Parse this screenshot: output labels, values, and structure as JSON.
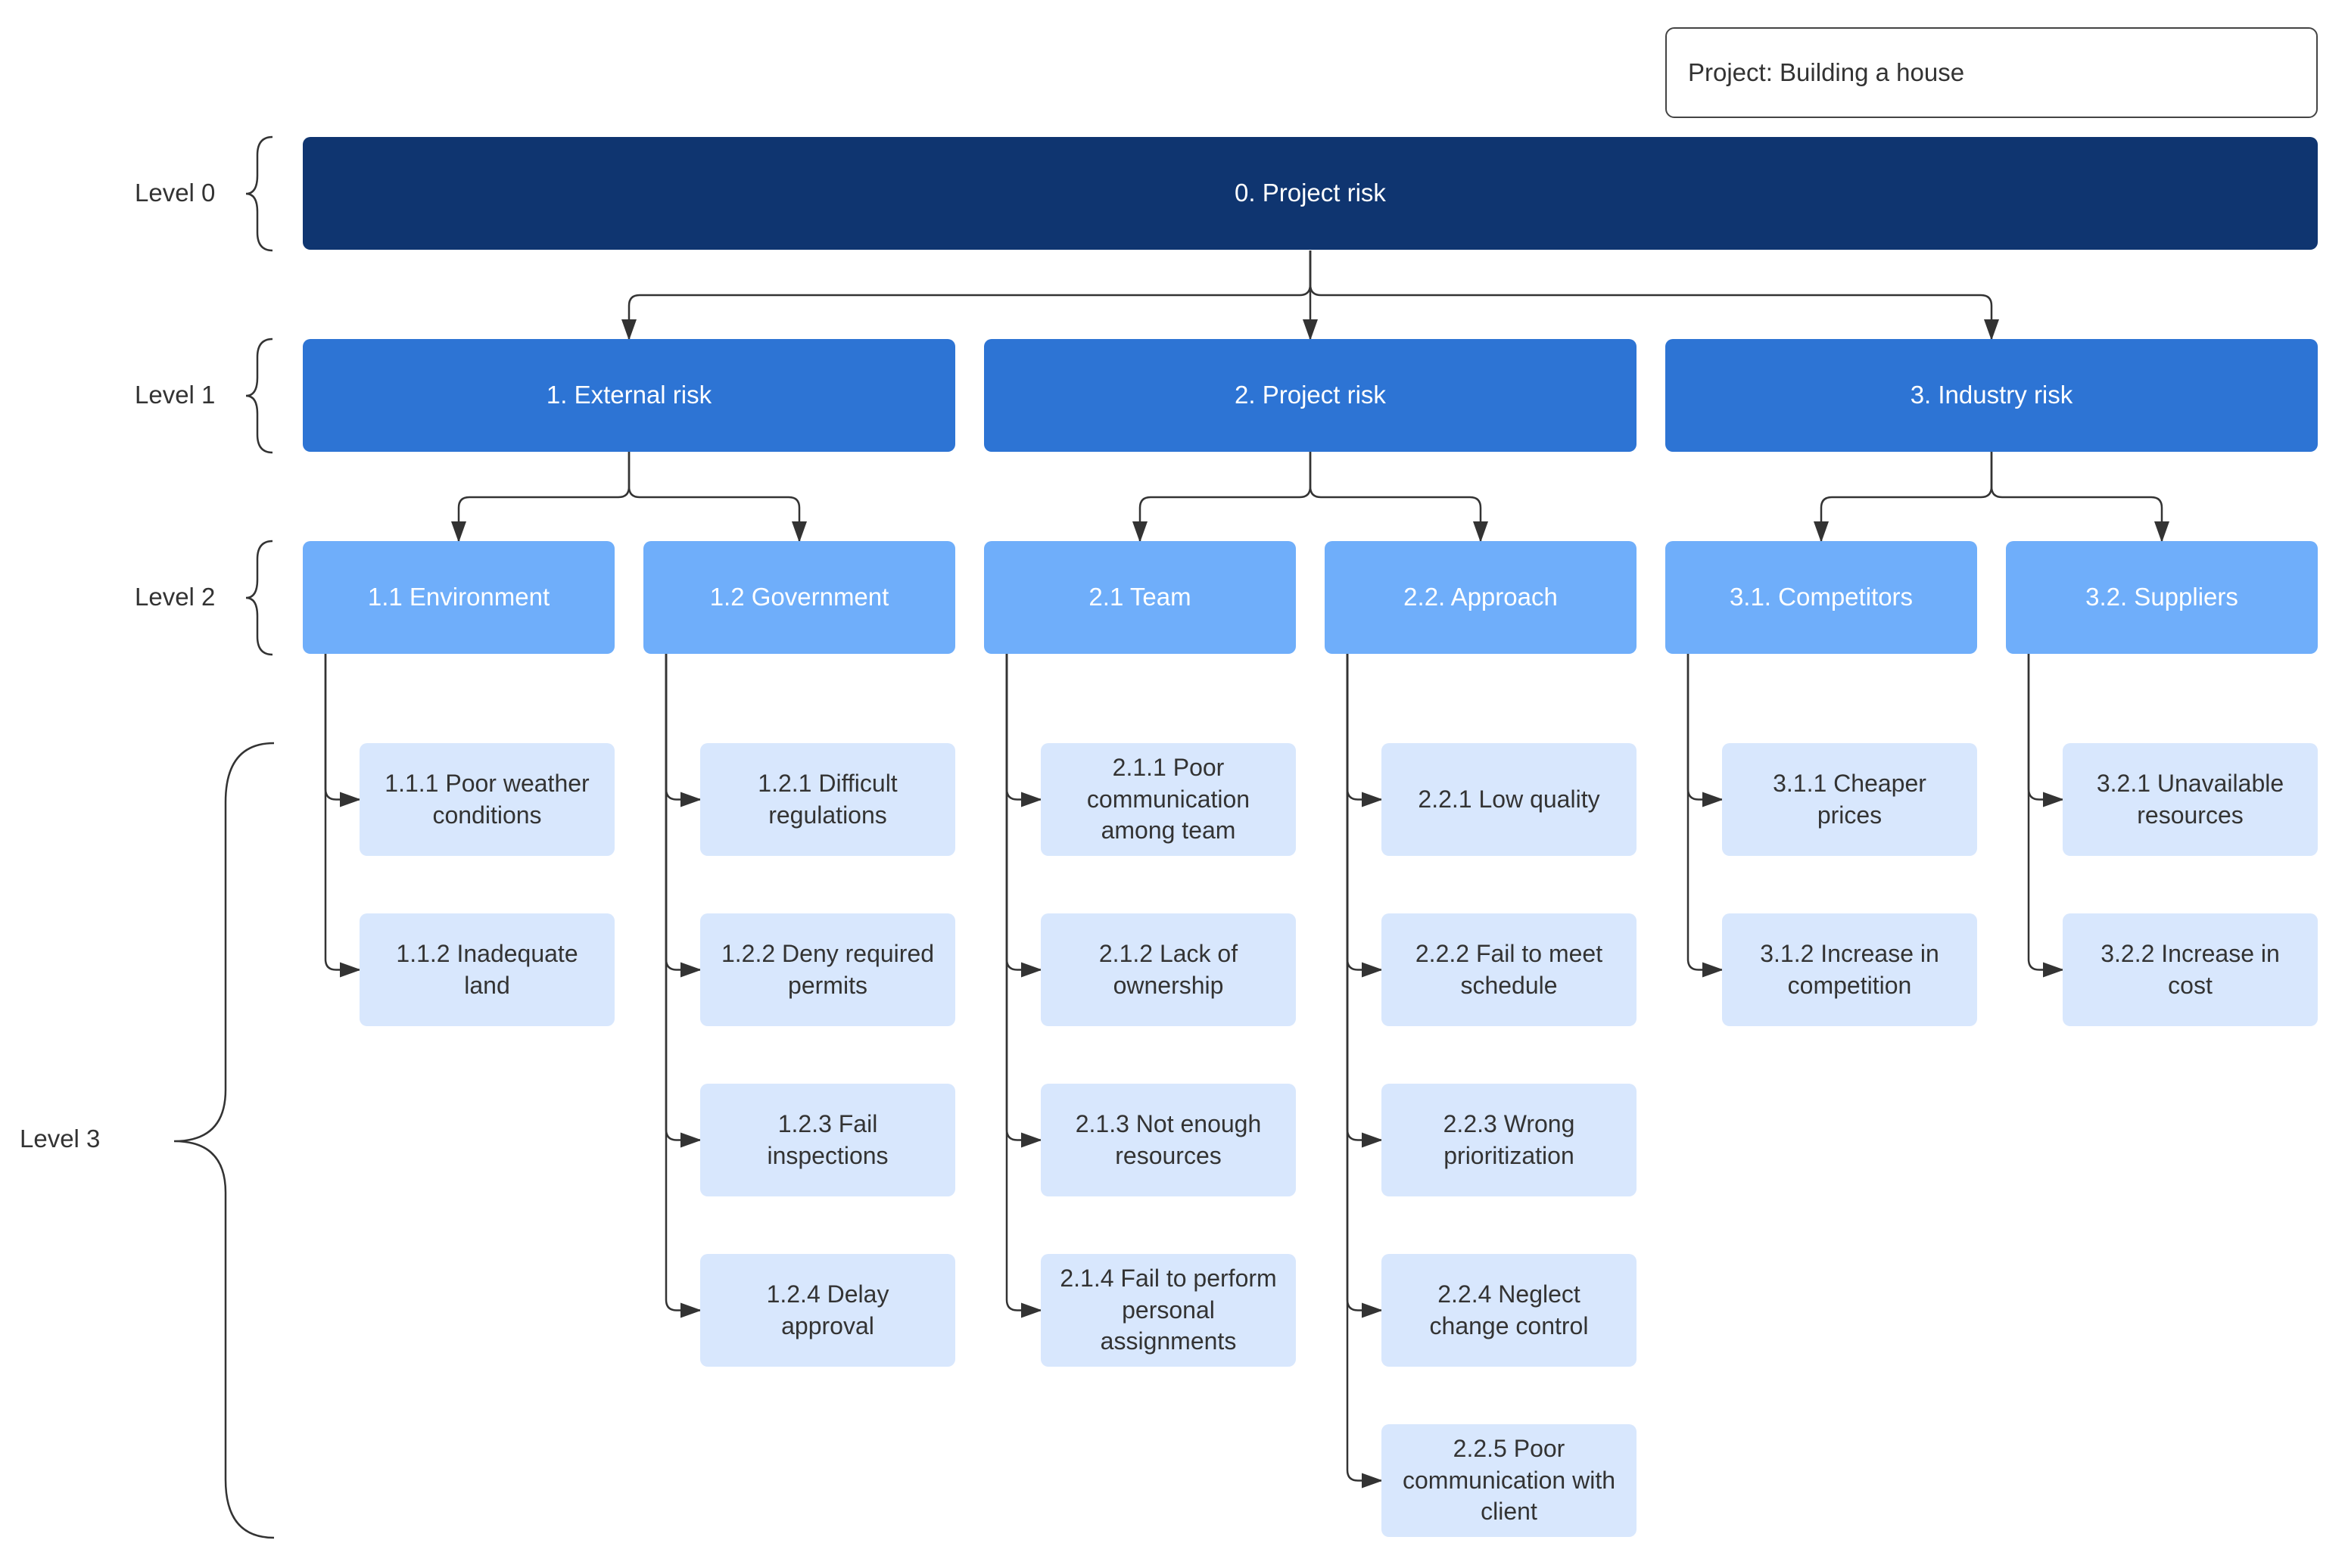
{
  "project_label": "Project: Building a house",
  "level_labels": [
    "Level 0",
    "Level 1",
    "Level 2",
    "Level 3"
  ],
  "root": {
    "label": "0. Project risk"
  },
  "level1": [
    {
      "id": "external",
      "label": "1. External risk"
    },
    {
      "id": "project",
      "label": "2. Project risk"
    },
    {
      "id": "industry",
      "label": "3. Industry risk"
    }
  ],
  "level2": [
    {
      "id": "environment",
      "parent": 0,
      "label": "1.1 Environment",
      "children": [
        "1.1.1 Poor weather conditions",
        "1.1.2 Inadequate land"
      ]
    },
    {
      "id": "government",
      "parent": 0,
      "label": "1.2 Government",
      "children": [
        "1.2.1 Difficult regulations",
        "1.2.2 Deny required permits",
        "1.2.3 Fail inspections",
        "1.2.4 Delay approval"
      ]
    },
    {
      "id": "team",
      "parent": 1,
      "label": "2.1 Team",
      "children": [
        "2.1.1 Poor communication among team",
        "2.1.2 Lack of ownership",
        "2.1.3 Not enough resources",
        "2.1.4 Fail to perform personal assignments"
      ]
    },
    {
      "id": "approach",
      "parent": 1,
      "label": "2.2. Approach",
      "children": [
        "2.2.1 Low quality",
        "2.2.2 Fail to meet schedule",
        "2.2.3 Wrong prioritization",
        "2.2.4 Neglect change control",
        "2.2.5 Poor communication with client"
      ]
    },
    {
      "id": "competitors",
      "parent": 2,
      "label": "3.1. Competitors",
      "children": [
        "3.1.1 Cheaper prices",
        "3.1.2 Increase in competition"
      ]
    },
    {
      "id": "suppliers",
      "parent": 2,
      "label": "3.2. Suppliers",
      "children": [
        "3.2.1 Unavailable resources",
        "3.2.2 Increase in cost"
      ]
    }
  ],
  "colors": {
    "level0": "#0f3570",
    "level1": "#2d74d4",
    "level2": "#6faefa",
    "level3": "#d8e7fd",
    "connector": "#333333"
  }
}
